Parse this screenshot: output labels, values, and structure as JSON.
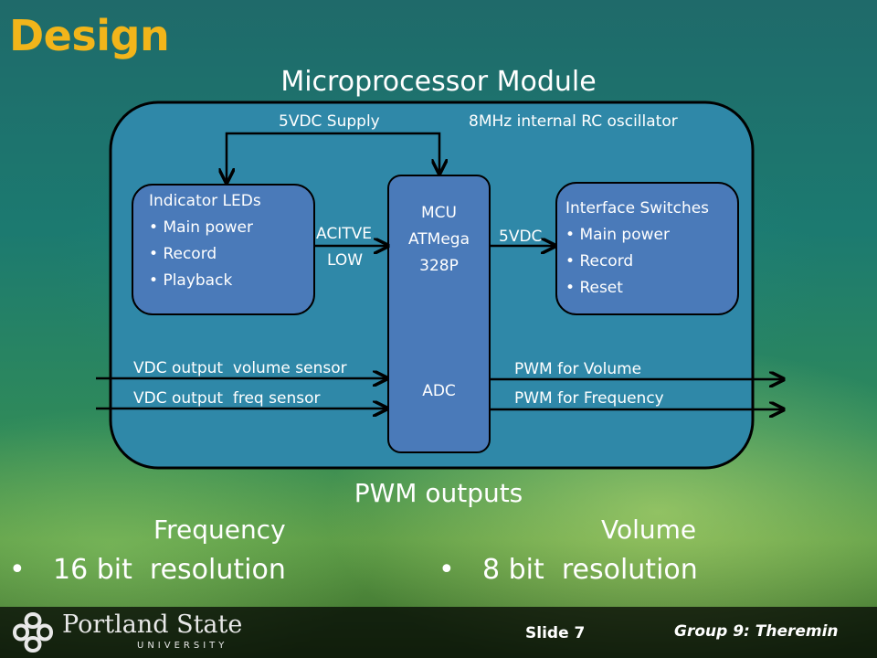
{
  "slide": {
    "title": "Design",
    "module_title": "Microprocessor Module",
    "supply_label": "5VDC Supply",
    "oscillator_label": "8MHz internal RC oscillator",
    "indicator": {
      "heading": "Indicator LEDs",
      "items": [
        "Main power",
        "Record",
        "Playback"
      ]
    },
    "active_low": [
      "ACITVE",
      "LOW"
    ],
    "mcu": [
      "MCU",
      "ATMega",
      "328P"
    ],
    "adc_label": "ADC",
    "vdc_5": "5VDC",
    "interface": {
      "heading": "Interface Switches",
      "items": [
        "Main power",
        "Record",
        "Reset"
      ]
    },
    "inputs": [
      "VDC output  volume sensor",
      "VDC output  freq sensor"
    ],
    "outputs": [
      "PWM for Volume",
      "PWM for Frequency"
    ],
    "pwm_heading": "PWM outputs",
    "frequency": {
      "heading": "Frequency",
      "bullet": "16 bit  resolution"
    },
    "volume": {
      "heading": "Volume",
      "bullet": "8 bit  resolution"
    }
  },
  "footer": {
    "university_name": "Portland State",
    "university_sub": "UNIVERSITY",
    "slide_number": "Slide 7",
    "group": "Group 9: Theremin"
  }
}
